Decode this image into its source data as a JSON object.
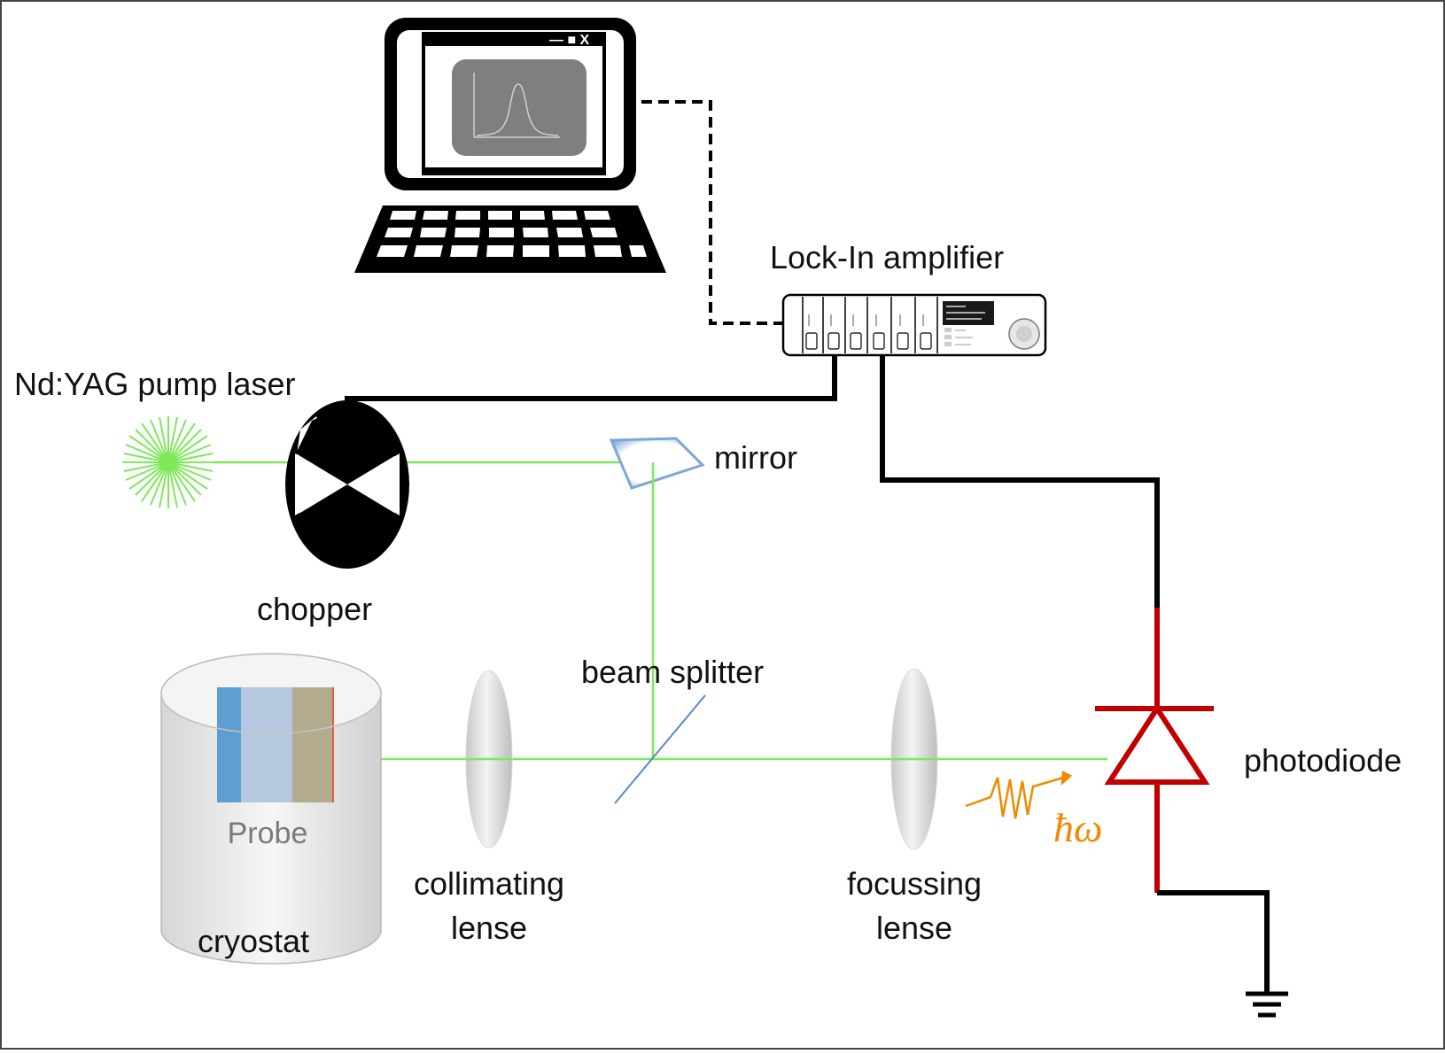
{
  "labels": {
    "lockin": "Lock-In amplifier",
    "laser": "Nd:YAG pump laser",
    "mirror": "mirror",
    "chopper": "chopper",
    "beam_splitter": "beam splitter",
    "photodiode": "photodiode",
    "probe": "Probe",
    "cryostat": "cryostat",
    "collimating_1": "collimating",
    "collimating_2": "lense",
    "focussing_1": "focussing",
    "focussing_2": "lense",
    "photon": "ħω"
  },
  "window_controls": "— ■ X",
  "colors": {
    "laser": "#7ee85a",
    "diode": "#c00000",
    "photon": "#f08a00",
    "wire": "#000000",
    "mirror": "#9ab8dd"
  }
}
